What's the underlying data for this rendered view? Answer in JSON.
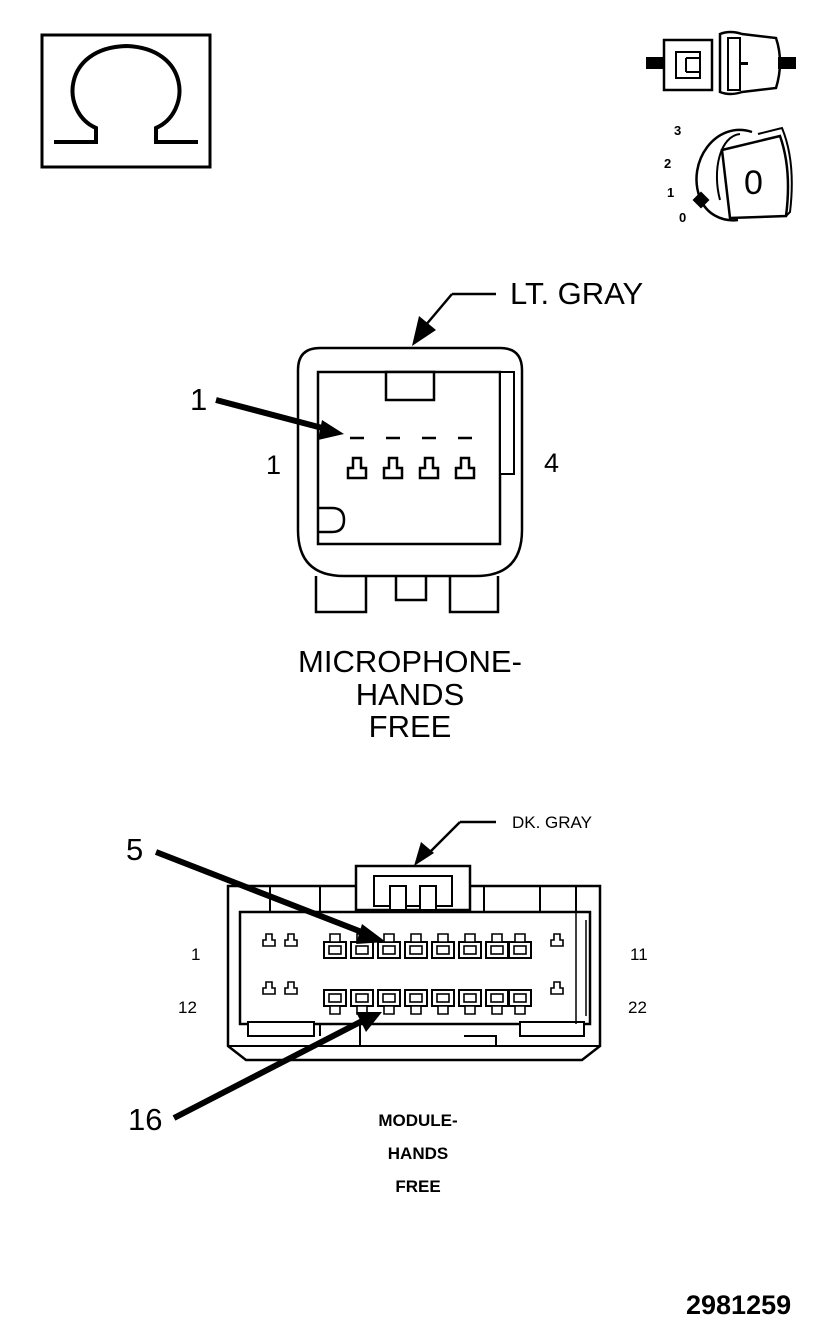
{
  "symbols": {
    "ohm_icon": "ohm-icon",
    "connector_icon": "disconnect-connector-icon",
    "ignition_icon": "ignition-key-icon",
    "ignition_positions": [
      "3",
      "2",
      "1",
      "0"
    ],
    "ignition_key_position": "0"
  },
  "mic_connector": {
    "color_label": "LT. GRAY",
    "pin_callout": "1",
    "left_pin": "1",
    "right_pin": "4",
    "name_lines": [
      "MICROPHONE-",
      "HANDS",
      "FREE"
    ]
  },
  "module_connector": {
    "color_label": "DK. GRAY",
    "callout_top": "5",
    "callout_bottom": "16",
    "row1_left": "1",
    "row1_right": "11",
    "row2_left": "12",
    "row2_right": "22",
    "name_lines": [
      "MODULE-",
      "HANDS",
      "FREE"
    ]
  },
  "figure_number": "2981259"
}
